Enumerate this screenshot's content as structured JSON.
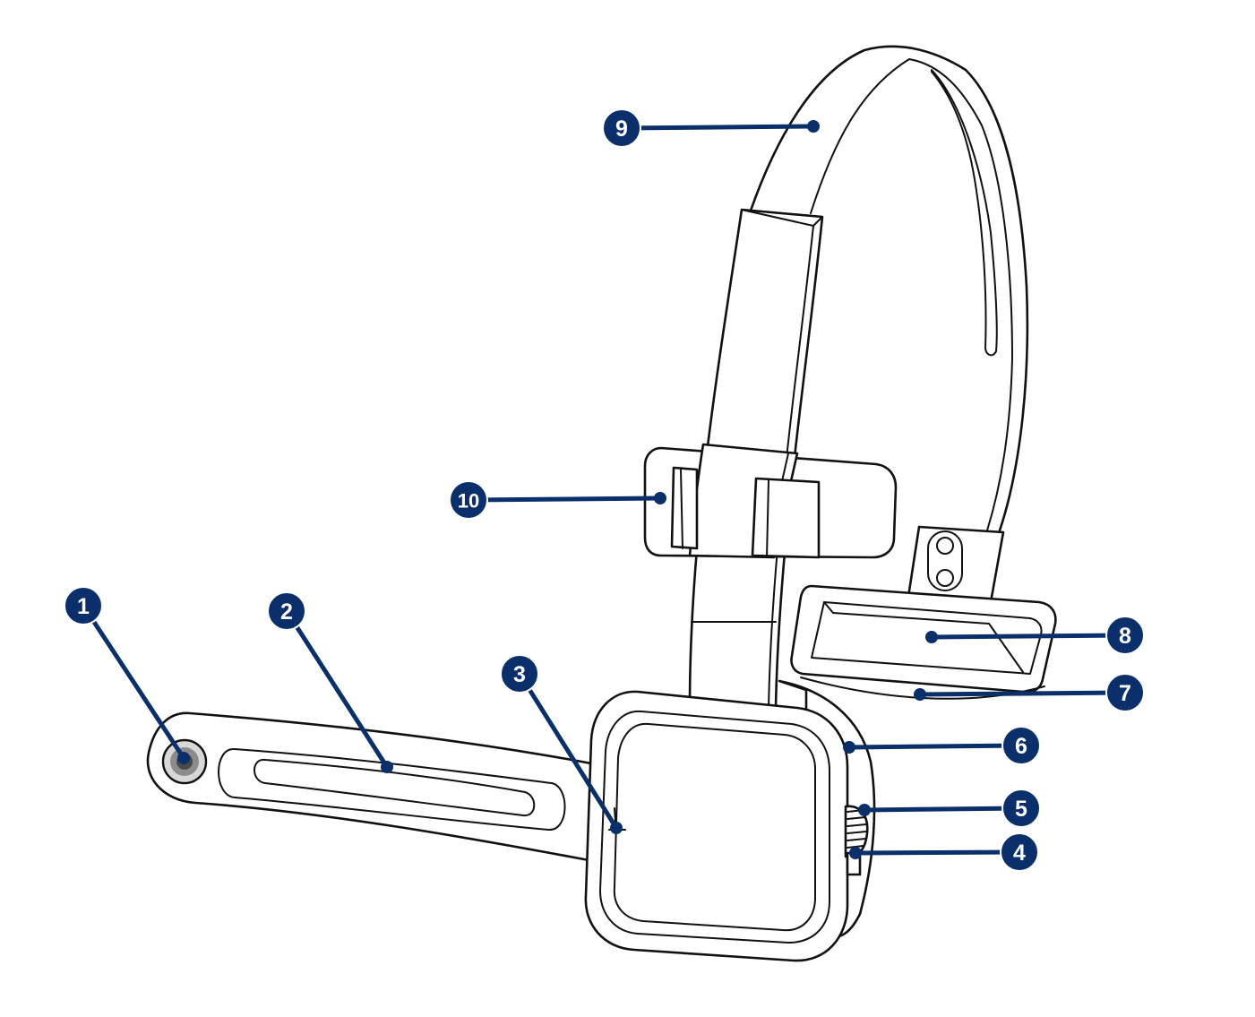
{
  "callouts": [
    {
      "label": "1"
    },
    {
      "label": "2"
    },
    {
      "label": "3"
    },
    {
      "label": "4"
    },
    {
      "label": "5"
    },
    {
      "label": "6"
    },
    {
      "label": "7"
    },
    {
      "label": "8"
    },
    {
      "label": "9"
    },
    {
      "label": "10"
    }
  ],
  "colors": {
    "callout": "#0a2f6b",
    "line_art": "#111111",
    "background": "#ffffff"
  }
}
